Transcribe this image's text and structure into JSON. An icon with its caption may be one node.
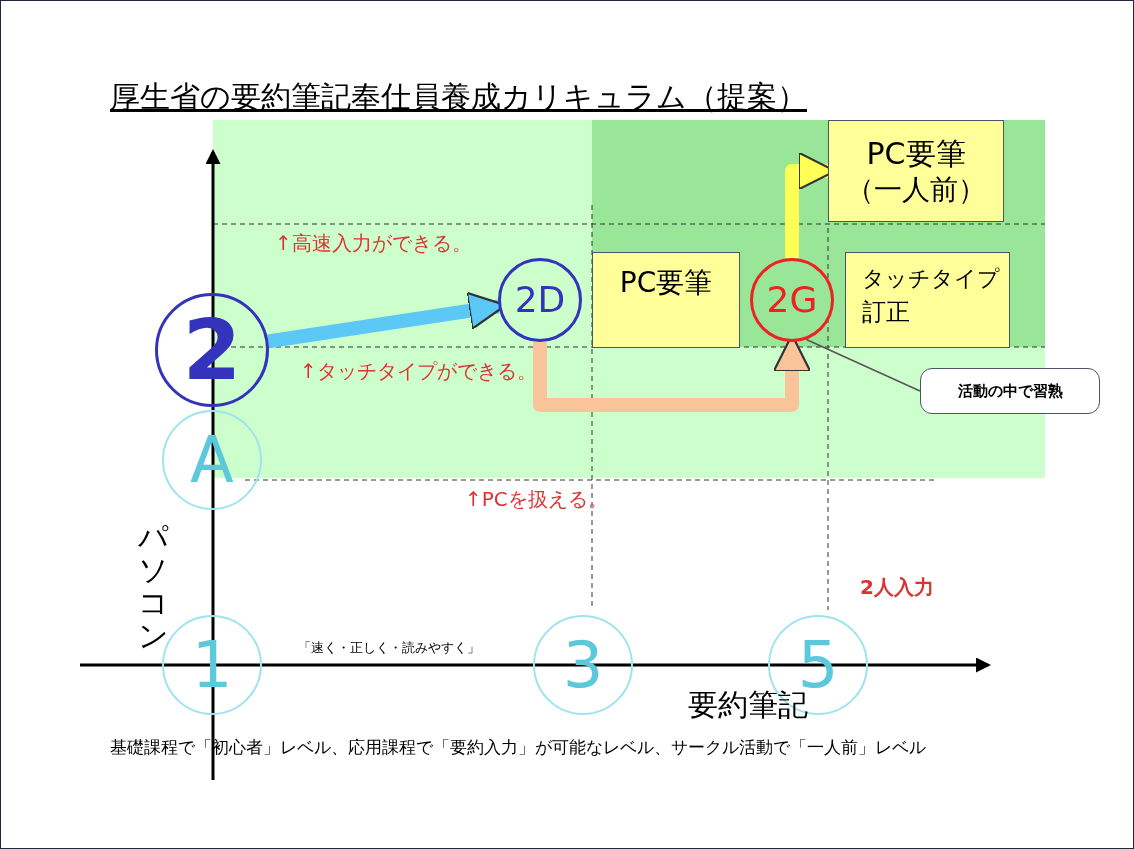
{
  "diagram": {
    "title": "厚生省の要約筆記奉仕員養成カリキュラム（提案）",
    "caption": "基礎課程で「初心者」レベル、応用課程で「要約入力」が可能なレベル、サークル活動で「一人前」レベル",
    "nodes": [
      {
        "text": [
          "PC要筆",
          "（一人前）"
        ]
      },
      {
        "text": [
          "2D"
        ]
      },
      {
        "text": [
          "PC要筆"
        ]
      },
      {
        "text": [
          "2G"
        ]
      },
      {
        "text": [
          "タッチタイプ",
          "訂正"
        ]
      },
      {
        "text": [
          "2"
        ]
      },
      {
        "text": [
          "活動の中で習熟"
        ]
      },
      {
        "text": [
          "A"
        ]
      },
      {
        "text": [
          "1"
        ]
      },
      {
        "text": [
          "3"
        ]
      },
      {
        "text": [
          "5"
        ]
      }
    ],
    "edges": [
      {
        "from": 5,
        "to": 1,
        "arrow": "to",
        "color": "#5bc8f5"
      },
      {
        "from": 1,
        "to": 3,
        "arrow": "to",
        "color": "#f9c49a"
      },
      {
        "from": 3,
        "to": 0,
        "arrow": "to",
        "color": "#ffff55"
      },
      {
        "from": 6,
        "to": 3,
        "arrow": "none",
        "color": "#555555"
      }
    ],
    "labels": [
      "↑高速入力ができる。",
      "↑タッチタイプができる。",
      "↑PCを扱える。",
      "2人入力",
      "「速く・正しく・読みやすく」",
      "パソコン",
      "要約筆記"
    ]
  }
}
